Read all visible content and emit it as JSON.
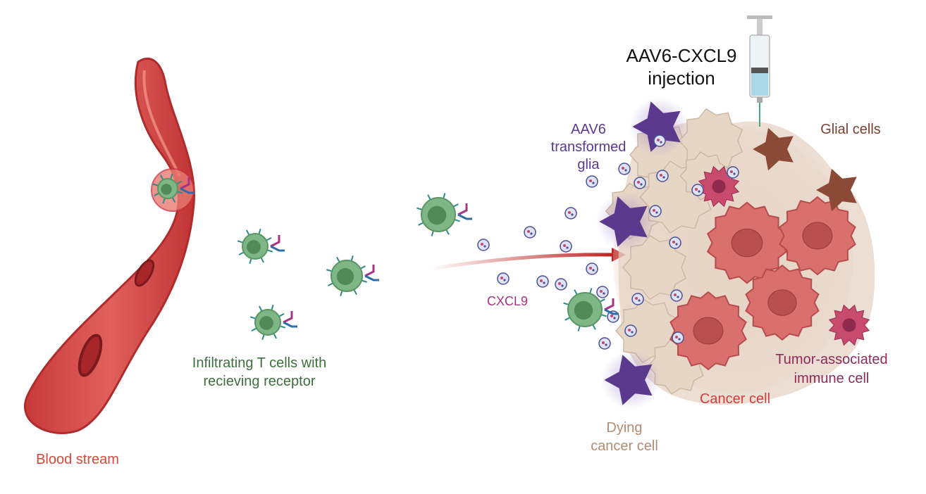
{
  "labels": {
    "injection_line1": "AAV6-CXCL9",
    "injection_line2": "injection",
    "glia_line1": "AAV6",
    "glia_line2": "transformed",
    "glia_line3": "glia",
    "glial_cells": "Glial cells",
    "cxcl9": "CXCL9",
    "tcells_line1": "Infiltrating T cells with",
    "tcells_line2": "recieving receptor",
    "tumor_immune_line1": "Tumor-associated",
    "tumor_immune_line2": "immune cell",
    "cancer_cell": "Cancer cell",
    "dying_line1": "Dying",
    "dying_line2": "cancer cell",
    "blood_stream": "Blood stream"
  },
  "colors": {
    "injection": "#111111",
    "glia": "#5b3a8e",
    "glial_cells": "#7a4030",
    "cxcl9": "#a83283",
    "tcells": "#3f6e3f",
    "tumor_immune": "#8e2a5a",
    "cancer": "#d63c3c",
    "dying": "#b48c70",
    "blood": "#d9473a",
    "vessel": "#d9534f",
    "tcell_fill": "#7fb685",
    "cancer_fill": "#d9706e"
  },
  "icons": [
    "blood-vessel",
    "t-cell",
    "chemokine-particle",
    "arrow",
    "syringe",
    "glial-cell",
    "cancer-cell",
    "immune-cell"
  ]
}
